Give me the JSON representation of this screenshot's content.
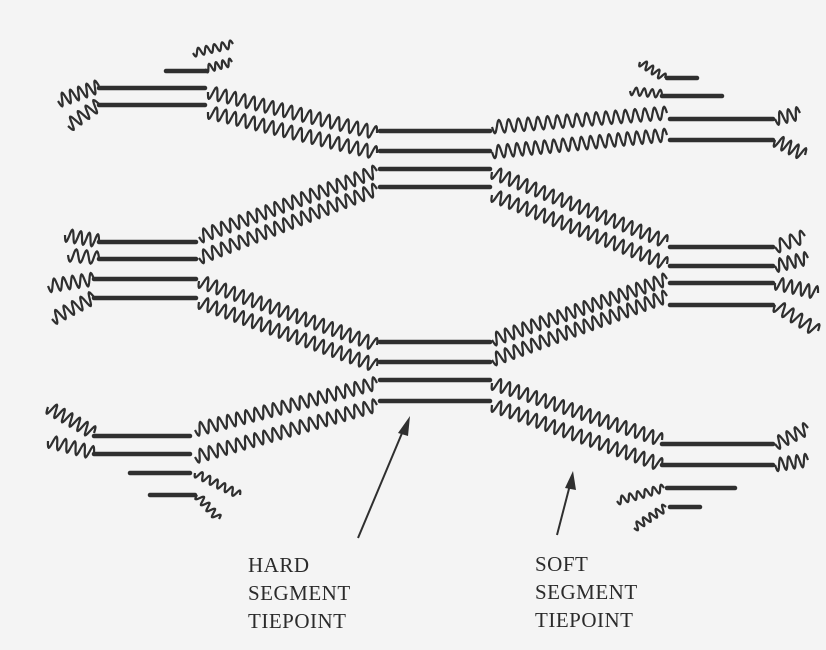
{
  "labels": {
    "hard": [
      "HARD",
      "SEGMENT",
      "TIEPOINT"
    ],
    "soft": [
      "SOFT",
      "SEGMENT",
      "TIEPOINT"
    ]
  },
  "colors": {
    "ink": "#2f2f2f",
    "paper": "#f4f4f4"
  }
}
